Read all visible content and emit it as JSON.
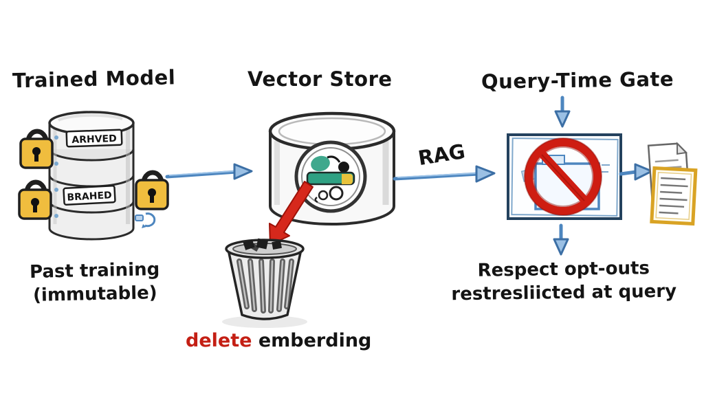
{
  "diagram": {
    "kind": "hand-drawn flow diagram about ML data deletion",
    "background": "#ffffff"
  },
  "colors": {
    "ink": "#141414",
    "arrow_blue": "#4d86bf",
    "arrow_blue_light": "#9cc3e8",
    "arrow_red": "#d6281c",
    "prohibition_red": "#ce1d12",
    "lock_gold": "#eebc3f",
    "doc_gold": "#d9a324",
    "gauge_teal": "#2fa183",
    "gauge_yellow": "#e8c33c"
  },
  "sections": {
    "trained_model": {
      "title": "Trained Model",
      "db_label_top": "ARHVED",
      "db_label_bottom": "BRAHED",
      "caption_line1": "Past training",
      "caption_line2": "(immutable)"
    },
    "vector_store": {
      "title": "Vector Store",
      "delete_word": "delete",
      "delete_rest": "emberding"
    },
    "gate": {
      "title": "Query-Time Gate",
      "caption_line1": "Respect opt-outs",
      "caption_line2": "restresliicted at query"
    }
  },
  "labels": {
    "rag": "RAG"
  }
}
